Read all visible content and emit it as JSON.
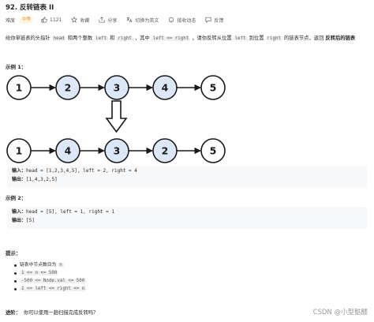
{
  "problem": {
    "title": "92. 反转链表 II",
    "difficulty_label": "难度",
    "difficulty": "中等",
    "likes": "1121",
    "favorite": "收藏",
    "share": "分享",
    "translate": "切换为英文",
    "notify": "接收动态",
    "feedback": "反馈"
  },
  "description": {
    "p1": "给你单链表的头指针",
    "code_head": "head",
    "p2": "和两个整数",
    "code_left": "left",
    "p3": "和",
    "code_right": "right",
    "p4": "，其中",
    "code_cond": "left <= right",
    "p5": "，请你反转从位置",
    "code_left2": "left",
    "p6": "到位置",
    "code_right2": "right",
    "p7": "的链表节点，返回",
    "bold": "反转后的链表"
  },
  "example1": {
    "label": "示例 1：",
    "list_before": [
      "1",
      "2",
      "3",
      "4",
      "5"
    ],
    "list_after": [
      "1",
      "4",
      "3",
      "2",
      "5"
    ],
    "input_label": "输入：",
    "input": "head = [1,2,3,4,5], left = 2, right = 4",
    "output_label": "输出：",
    "output": "[1,4,3,2,5]"
  },
  "example2": {
    "label": "示例 2：",
    "input_label": "输入：",
    "input": "head = [5], left = 1, right = 1",
    "output_label": "输出：",
    "output": "[5]"
  },
  "hints": {
    "label": "提示：",
    "items": [
      {
        "text": "链表中节点数目为",
        "code": "n"
      },
      {
        "text": "",
        "code": "1 <= n <= 500"
      },
      {
        "text": "",
        "code": "-500 <= Node.val <= 500"
      },
      {
        "text": "",
        "code": "1 <= left <= right <= n"
      }
    ]
  },
  "advance": {
    "label": "进阶：",
    "text": "你可以使用一趟扫描完成反转吗？"
  },
  "watermark": "CSDN @小型骷髅",
  "colors": {
    "node_highlight": "#dce8f8",
    "node_stroke": "#1a1a1a",
    "badge_text": "#fa8c16"
  }
}
